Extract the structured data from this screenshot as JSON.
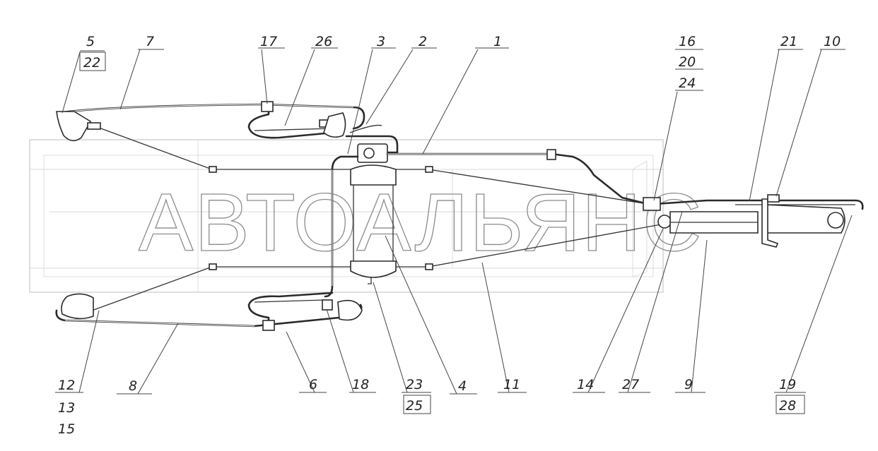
{
  "watermark": "АВТОАЛЬЯНС",
  "callouts": {
    "c5": "5",
    "c22": "22",
    "c7": "7",
    "c17": "17",
    "c26": "26",
    "c3": "3",
    "c2": "2",
    "c1": "1",
    "c16": "16",
    "c20": "20",
    "c24": "24",
    "c21": "21",
    "c10": "10",
    "c12": "12",
    "c13": "13",
    "c15": "15",
    "c8": "8",
    "c6": "6",
    "c18": "18",
    "c23": "23",
    "c25": "25",
    "c4": "4",
    "c11": "11",
    "c14": "14",
    "c27": "27",
    "c9": "9",
    "c19": "19",
    "c28": "28"
  },
  "colors": {
    "line": "#2a2a2a",
    "frame": "#c9c9c9",
    "watermark": "#8c8c8c"
  }
}
